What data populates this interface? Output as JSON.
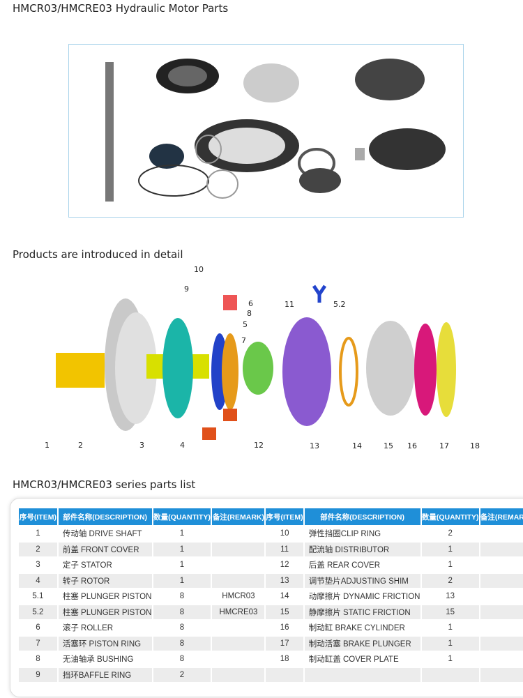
{
  "title": "HMCR03/HMCRE03 Hydraulic Motor Parts",
  "section_detail": "Products are introduced in detail",
  "section_list": "HMCR03/HMCRE03 series parts list",
  "diagram_labels": {
    "l1": "1",
    "l2": "2",
    "l3": "3",
    "l4": "4",
    "l5": "5",
    "l52": "5.2",
    "l6": "6",
    "l7": "7",
    "l8": "8",
    "l9": "9",
    "l10": "10",
    "l11": "11",
    "l12": "12",
    "l13": "13",
    "l14": "14",
    "l15": "15",
    "l16": "16",
    "l17": "17",
    "l18": "18"
  },
  "table": {
    "headers": [
      "序号(ITEM)",
      "部件名称(DESCRIPTION)",
      "数量(QUANTITY)",
      "备注(REMARK)",
      "序号(ITEM)",
      "部件名称(DESCRIPTION)",
      "数量(QUANTITY)",
      "备注(REMARK)"
    ],
    "rows": [
      [
        "1",
        "传动轴 DRIVE SHAFT",
        "1",
        "",
        "10",
        "弹性挡圈CLIP RING",
        "2",
        ""
      ],
      [
        "2",
        "前盖 FRONT COVER",
        "1",
        "",
        "11",
        "配流轴 DISTRIBUTOR",
        "1",
        ""
      ],
      [
        "3",
        "定子 STATOR",
        "1",
        "",
        "12",
        "后盖 REAR COVER",
        "1",
        ""
      ],
      [
        "4",
        "转子 ROTOR",
        "1",
        "",
        "13",
        "调节垫片ADJUSTING SHIM",
        "2",
        ""
      ],
      [
        "5.1",
        "柱塞 PLUNGER PISTON",
        "8",
        "HMCR03",
        "14",
        "动摩擦片 DYNAMIC FRICTION",
        "13",
        ""
      ],
      [
        "5.2",
        "柱塞 PLUNGER PISTON",
        "8",
        "HMCRE03",
        "15",
        "静摩擦片 STATIC FRICTION",
        "15",
        ""
      ],
      [
        "6",
        "滚子 ROLLER",
        "8",
        "",
        "16",
        "制动缸 BRAKE CYLINDER",
        "1",
        ""
      ],
      [
        "7",
        "活塞环 PISTON RING",
        "8",
        "",
        "17",
        "制动活塞 BRAKE PLUNGER",
        "1",
        ""
      ],
      [
        "8",
        "无油轴承 BUSHING",
        "8",
        "",
        "18",
        "制动缸盖 COVER PLATE",
        "1",
        ""
      ],
      [
        "9",
        "挡环BAFFLE RING",
        "2",
        "",
        "",
        "",
        "",
        ""
      ]
    ]
  }
}
